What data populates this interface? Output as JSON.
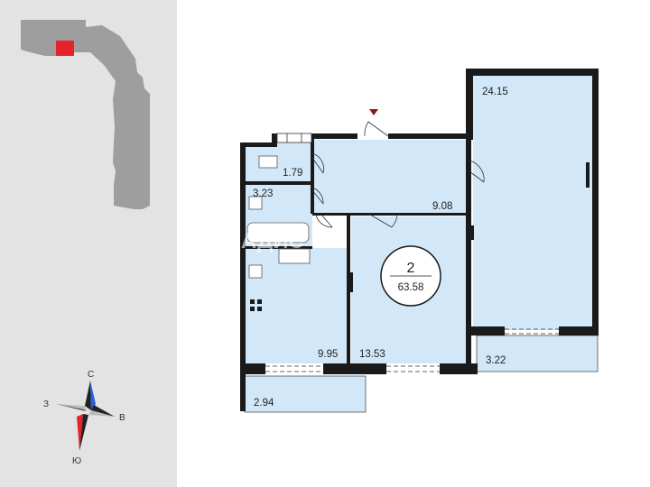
{
  "site_plan": {
    "building_color": "#9e9e9e",
    "highlight_color": "#e8222a"
  },
  "compass": {
    "north": "С",
    "south": "Ю",
    "west": "З",
    "east": "В",
    "north_color": "#2b5ce0",
    "south_color": "#e8222a"
  },
  "floor_plan": {
    "room_fill": "#d2e8f8",
    "wall_color": "#1a1a1a",
    "rooms": [
      {
        "name": "living-room",
        "area": "24.15"
      },
      {
        "name": "toilet",
        "area": "1.79"
      },
      {
        "name": "bathroom",
        "area": "3.23"
      },
      {
        "name": "hallway",
        "area": "9.08"
      },
      {
        "name": "kitchen",
        "area": "9.95"
      },
      {
        "name": "bedroom",
        "area": "13.53"
      },
      {
        "name": "balcony-right",
        "area": "3.22"
      },
      {
        "name": "balcony-left",
        "area": "2.94"
      }
    ],
    "summary": {
      "rooms_count": "2",
      "total_area": "63.58"
    },
    "entrance_marker_color": "#8b1a1a"
  },
  "watermark": "ЛАДИС"
}
